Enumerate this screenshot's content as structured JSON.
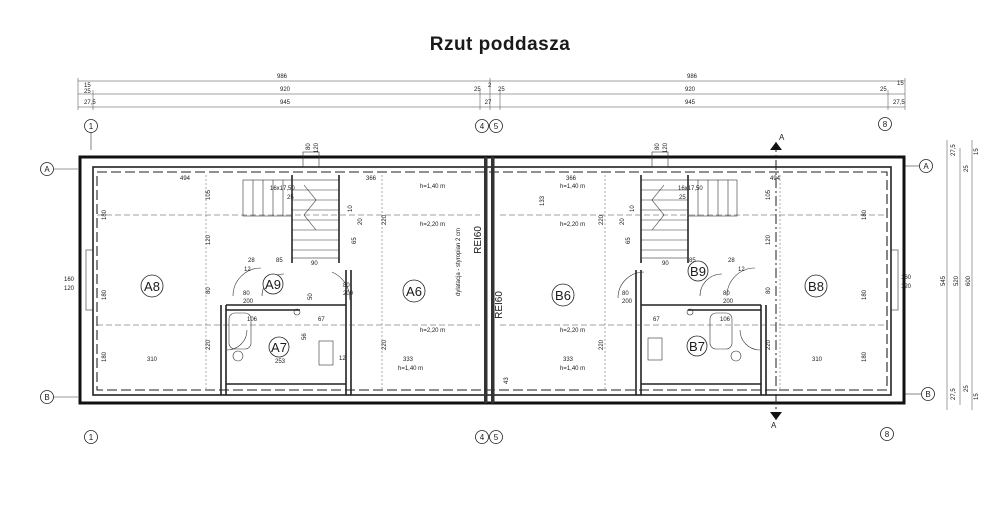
{
  "title": "Rzut poddasza",
  "axes": {
    "a1": "1",
    "a4": "4",
    "a5": "5",
    "a8": "8",
    "rowA": "A",
    "rowB": "B"
  },
  "section": {
    "label": "A"
  },
  "top_dims": {
    "row1_left": "986",
    "row1_right": "986",
    "row2": [
      "15",
      "25",
      "920",
      "25",
      "2",
      "25",
      "920",
      "25",
      "15"
    ],
    "row3": [
      "27,5",
      "945",
      "27",
      "945",
      "27,5"
    ]
  },
  "right_dims": {
    "d1": "27,5",
    "d2": "25",
    "d3": "15",
    "mid1": "545",
    "mid2": "520",
    "mid3": "600",
    "d4": "25",
    "d5": "27,5",
    "d6": "15"
  },
  "rooms": {
    "A8": "A8",
    "A9": "A9",
    "A7": "A7",
    "A6": "A6",
    "B6": "B6",
    "B9": "B9",
    "B7": "B7",
    "B8": "B8"
  },
  "walls": {
    "fire1": "REI60",
    "fire2": "REI60",
    "dilatation": "dylatacja - styropian 2 cm"
  },
  "heights": {
    "h140": "h=1,40 m",
    "h220": "h=2,20 m"
  },
  "stairs": {
    "left": "16x17,50",
    "left_sub": "25",
    "right": "16x17,50",
    "right_sub": "25"
  },
  "windows": {
    "w160": "160",
    "w120": "120"
  },
  "labels": {
    "n494": "494",
    "n366": "366",
    "n333": "333",
    "n310": "310",
    "n253": "253",
    "n106": "106",
    "n200": "200",
    "n80": "80",
    "n90": "90",
    "n85": "85",
    "n28": "28",
    "n12": "12",
    "n220": "220",
    "n180": "180",
    "n67": "67",
    "n120": "120",
    "n105": "105",
    "n65": "65",
    "n10": "10",
    "n20": "20",
    "n133": "133",
    "n43": "43",
    "n56": "56",
    "n50": "50"
  }
}
